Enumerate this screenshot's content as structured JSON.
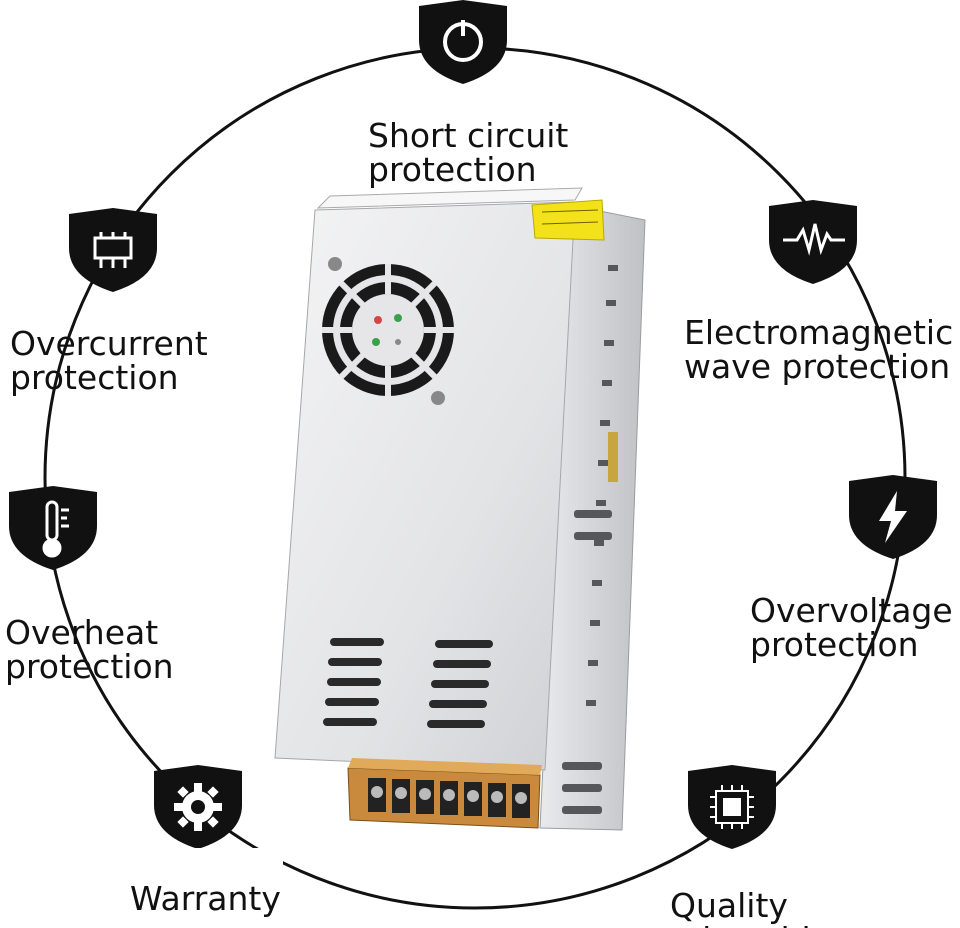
{
  "features": [
    {
      "id": "short-circuit",
      "line1": "Short circuit",
      "line2": "protection",
      "icon": "power-icon"
    },
    {
      "id": "overcurrent",
      "line1": "Overcurrent",
      "line2": "protection",
      "icon": "circuit-icon"
    },
    {
      "id": "electromagnetic",
      "line1": "Electromagnetic",
      "line2": "wave protection",
      "icon": "waveform-icon"
    },
    {
      "id": "overheat",
      "line1": "Overheat",
      "line2": "protection",
      "icon": "thermometer-icon"
    },
    {
      "id": "overvoltage",
      "line1": "Overvoltage",
      "line2": "protection",
      "icon": "lightning-icon"
    },
    {
      "id": "warranty",
      "line1": "Warranty",
      "line2": "",
      "icon": "gear-icon"
    },
    {
      "id": "quality",
      "line1": "Quality",
      "line2": "microchip",
      "icon": "chip-icon"
    }
  ],
  "colors": {
    "shield": "#111111",
    "ring": "#111111",
    "case": "#d9dadc",
    "sticker": "#f3e21a",
    "terminal": "#c98a3d"
  }
}
